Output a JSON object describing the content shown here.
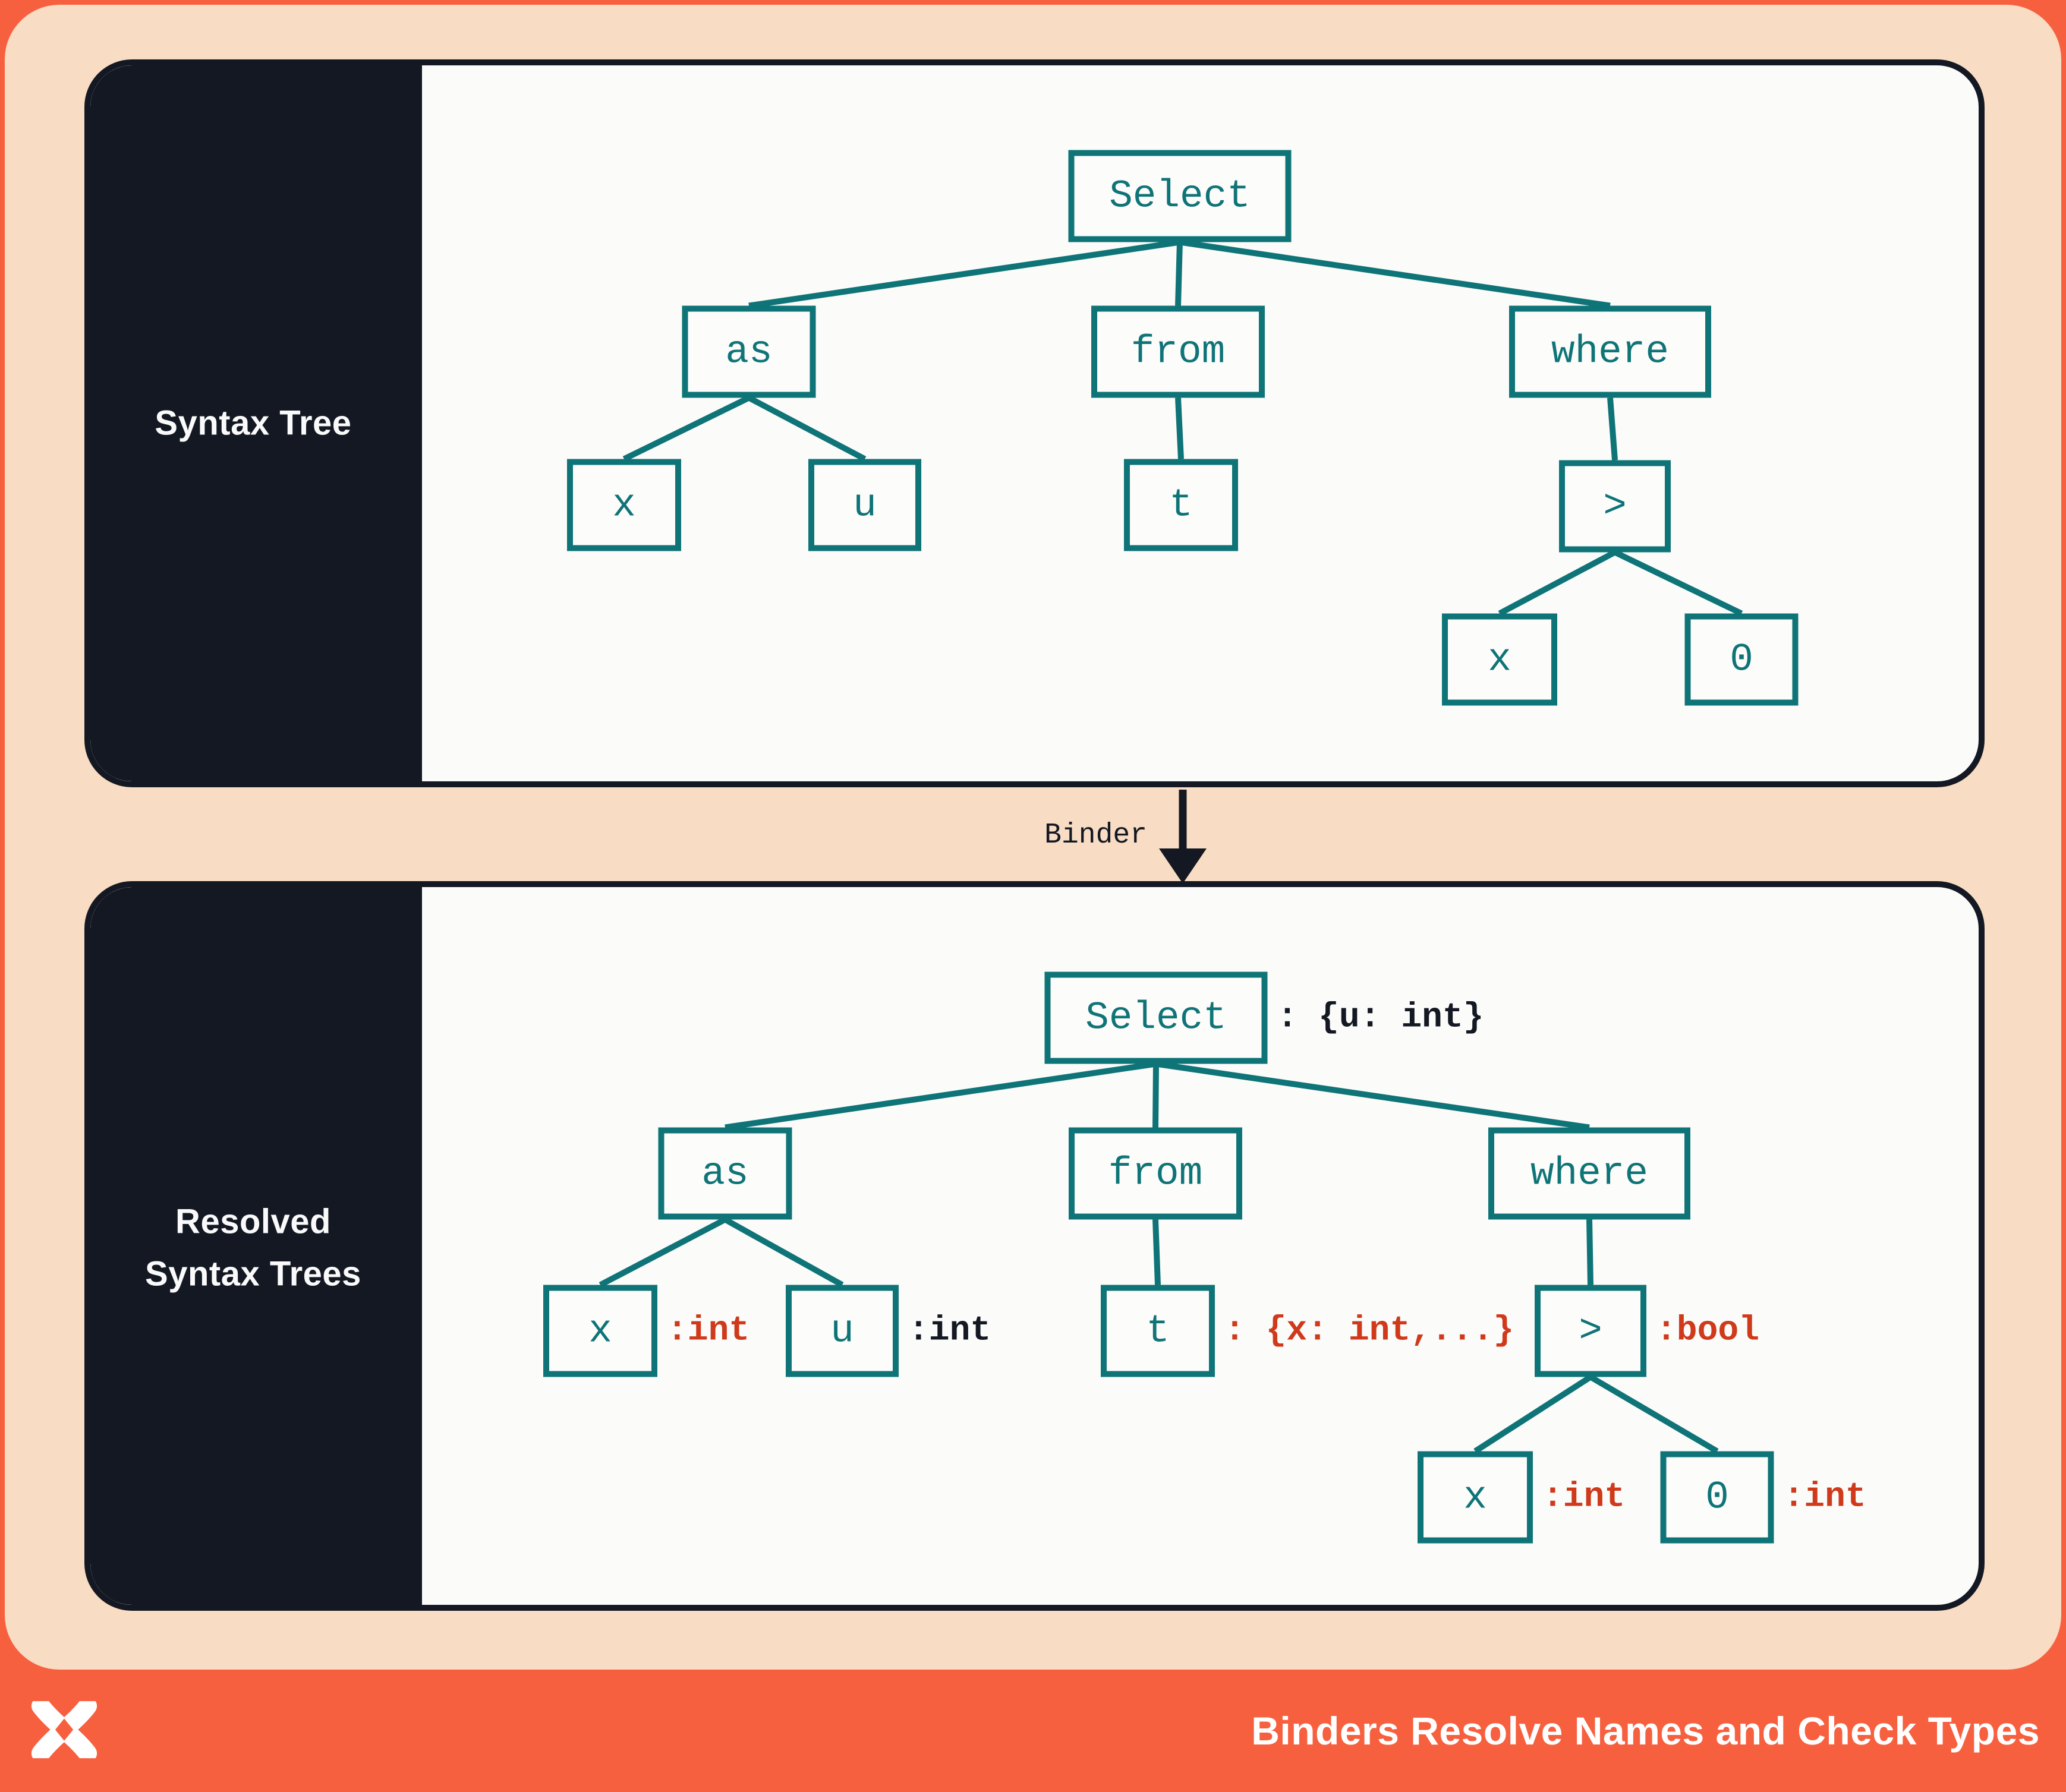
{
  "colors": {
    "background_orange": "#f7603f",
    "peach": "#f8dcc3",
    "navy": "#131823",
    "panel_background": "#fbfbfa",
    "teal": "#0f7477",
    "red_annotation": "#cf3a1b",
    "white": "#ffffff"
  },
  "panels": [
    {
      "id": "syntax",
      "label": "Syntax Tree"
    },
    {
      "id": "resolved",
      "lines": [
        "Resolved",
        "Syntax Trees"
      ]
    }
  ],
  "binder": {
    "label": "Binder"
  },
  "footer": {
    "title": "Binders Resolve Names and Check Types",
    "logo": "x-logo"
  },
  "trees": {
    "syntax": {
      "nodes": [
        {
          "id": "select",
          "label": "Select",
          "children": [
            "as",
            "from",
            "where"
          ]
        },
        {
          "id": "as",
          "label": "as",
          "children": [
            "x1",
            "u"
          ]
        },
        {
          "id": "from",
          "label": "from",
          "children": [
            "t"
          ]
        },
        {
          "id": "where",
          "label": "where",
          "children": [
            "gt"
          ]
        },
        {
          "id": "x1",
          "label": "x"
        },
        {
          "id": "u",
          "label": "u"
        },
        {
          "id": "t",
          "label": "t"
        },
        {
          "id": "gt",
          "label": ">",
          "children": [
            "x2",
            "zero"
          ]
        },
        {
          "id": "x2",
          "label": "x"
        },
        {
          "id": "zero",
          "label": "0"
        }
      ]
    },
    "resolved": {
      "nodes": [
        {
          "id": "select",
          "label": "Select",
          "children": [
            "as",
            "from",
            "where"
          ],
          "annotation": {
            "text": ": {u: int}",
            "color": "navy"
          }
        },
        {
          "id": "as",
          "label": "as",
          "children": [
            "x1",
            "u"
          ]
        },
        {
          "id": "from",
          "label": "from",
          "children": [
            "t"
          ]
        },
        {
          "id": "where",
          "label": "where",
          "children": [
            "gt"
          ]
        },
        {
          "id": "x1",
          "label": "x",
          "annotation": {
            "text": ":int",
            "color": "red"
          }
        },
        {
          "id": "u",
          "label": "u",
          "annotation": {
            "text": ":int",
            "color": "navy"
          }
        },
        {
          "id": "t",
          "label": "t",
          "annotation": {
            "text": ": {x: int,...}",
            "color": "red"
          }
        },
        {
          "id": "gt",
          "label": ">",
          "children": [
            "x2",
            "zero"
          ],
          "annotation": {
            "text": ":bool",
            "color": "red"
          }
        },
        {
          "id": "x2",
          "label": "x",
          "annotation": {
            "text": ":int",
            "color": "red"
          }
        },
        {
          "id": "zero",
          "label": "0",
          "annotation": {
            "text": ":int",
            "color": "red"
          }
        }
      ]
    }
  }
}
